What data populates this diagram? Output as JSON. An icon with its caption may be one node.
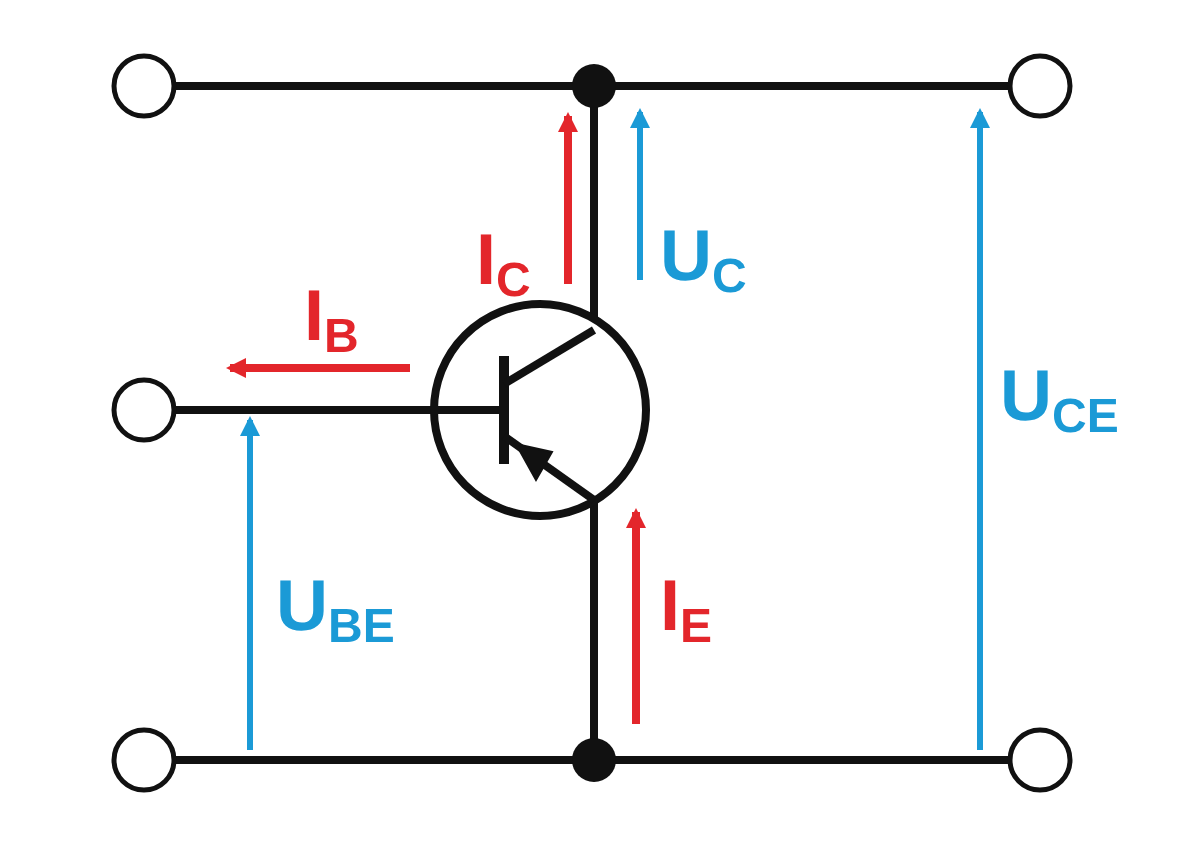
{
  "diagram": {
    "labels": [
      "I$_{C}$",
      "U$_{C}$",
      "I$_{B}$",
      "U$_{CE}$",
      "U$_{BE}$",
      "I$_{E}$"
    ]
  }
}
